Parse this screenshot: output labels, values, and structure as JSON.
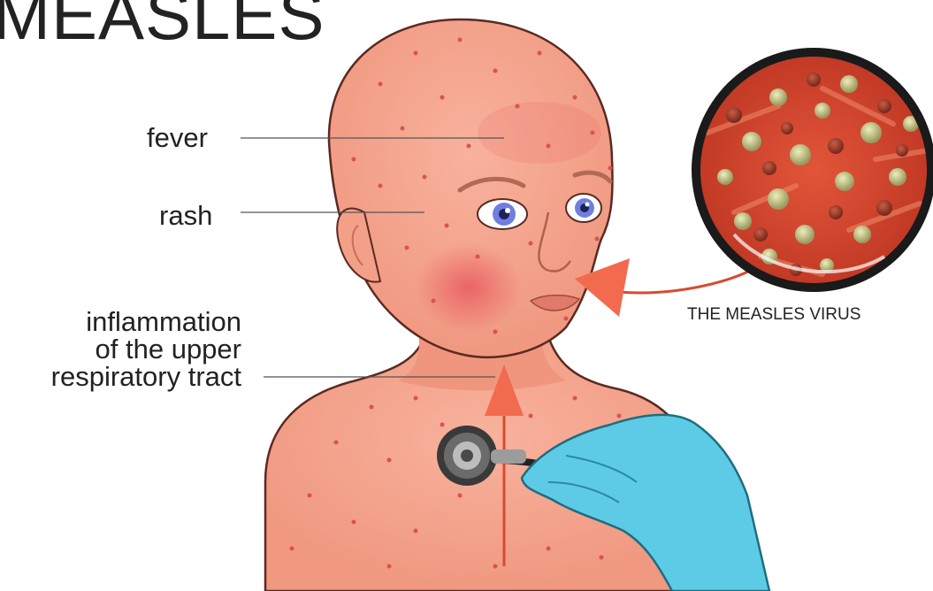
{
  "title": "MEASLES",
  "labels": {
    "fever": "fever",
    "rash": "rash",
    "inflammation_line1": "inflammation",
    "inflammation_line2": "of the upper",
    "inflammation_line3": "respiratory tract",
    "virus": "THE MEASLES VIRUS"
  },
  "colors": {
    "skin": "#f6a48e",
    "skin_shadow": "#ee8d78",
    "outline": "#5a2a22",
    "spot": "#d9534f",
    "arrow": "#f26b4f",
    "glove": "#5ecbe6",
    "virus_bg": "#d9462f",
    "virus_particle": "#c9c98f"
  }
}
